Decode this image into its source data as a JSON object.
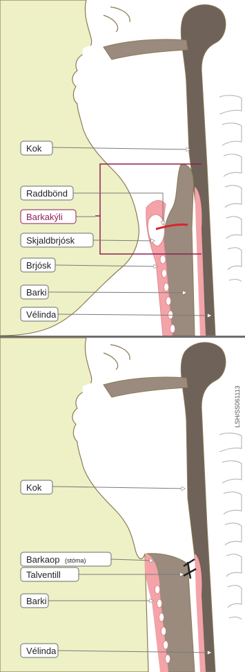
{
  "colors": {
    "skin": "#eef0c6",
    "outline": "#8a7a55",
    "tissue_dark": "#6f6258",
    "tissue_mid": "#9a8b7e",
    "mucosa": "#f4a3a8",
    "spine_line": "#b9b9b9",
    "bracket": "#8e1f55",
    "vocal_cord": "#d9262b",
    "divider": "#6d6d6d"
  },
  "top_panel": {
    "labels": {
      "kok": "Kok",
      "raddbond": "Raddbönd",
      "barkakyli": "Barkakýli",
      "skjaldbrjosk": "Skjaldbrjósk",
      "brjosk": "Brjósk",
      "barki": "Barki",
      "velinda": "Vélinda"
    }
  },
  "bottom_panel": {
    "credit": "LSH/SS061113",
    "labels": {
      "kok": "Kok",
      "barkaop": "Barkaop",
      "stoma": "(stóma)",
      "talventill": "Talventill",
      "barki": "Barki",
      "velinda": "Vélinda"
    }
  }
}
